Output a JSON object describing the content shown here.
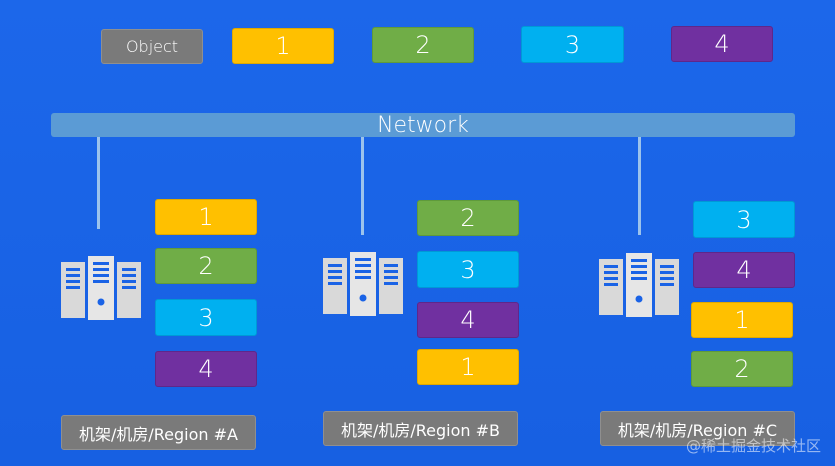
{
  "objects": {
    "label": "Object",
    "items": [
      {
        "label": "1",
        "color": "#ffc000"
      },
      {
        "label": "2",
        "color": "#70ad47"
      },
      {
        "label": "3",
        "color": "#00b0f0"
      },
      {
        "label": "4",
        "color": "#7030a0"
      }
    ]
  },
  "network": {
    "label": "Network"
  },
  "regions": [
    {
      "label": "机架/机房/Region #A",
      "replicas": [
        "1",
        "2",
        "3",
        "4"
      ]
    },
    {
      "label": "机架/机房/Region #B",
      "replicas": [
        "2",
        "3",
        "4",
        "1"
      ]
    },
    {
      "label": "机架/机房/Region #C",
      "replicas": [
        "3",
        "4",
        "1",
        "2"
      ]
    }
  ],
  "watermark": "@稀土掘金技术社区",
  "colors": {
    "background": "#1a63e6",
    "network": "#5b9bd5",
    "label_gray": "#7a7a7a",
    "server": "#d9d9d9"
  }
}
